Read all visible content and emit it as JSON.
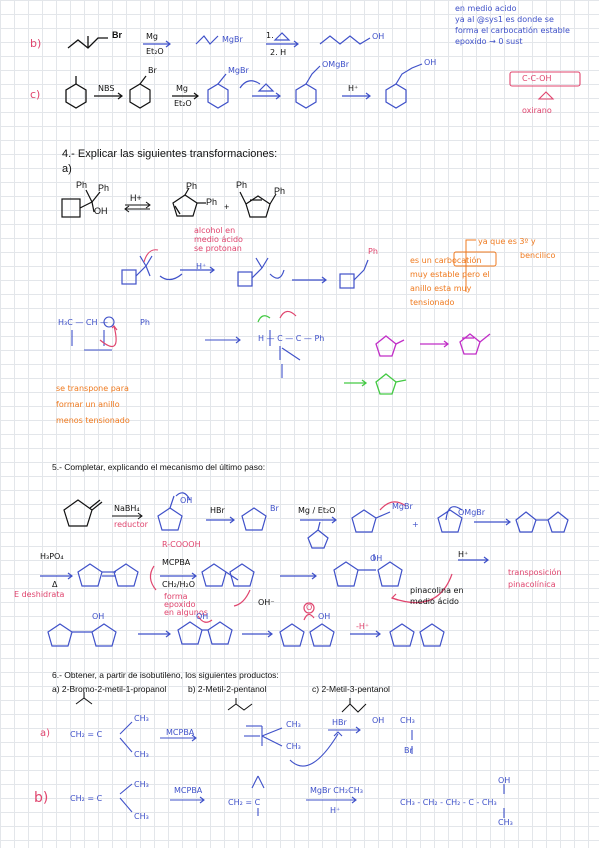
{
  "colors": {
    "blue": "#3f51c9",
    "pink": "#e0456e",
    "orange": "#ef7a1f",
    "magenta": "#c12ec7",
    "green": "#43c943"
  },
  "part_b": {
    "label": "b)",
    "br": "Br",
    "mg_top": "Mg",
    "mg_bot": "Et₂O",
    "mgbr": "MgBr",
    "ep_top": "1.",
    "ep_bot": "2. H",
    "oh": "OH"
  },
  "part_c": {
    "label": "c)",
    "nbs": "NBS",
    "br": "Br",
    "mg_top": "Mg",
    "mg_bot": "Et₂O",
    "mgbr": "MgBr",
    "omgbr": "OMgBr",
    "hplus": "H⁺",
    "oh": "OH"
  },
  "notes_top": {
    "line1": "en medio acido",
    "line2": "ya al @sys1 es donde se",
    "line3": "forma el carbocatión estable",
    "line4": "epoxido → 0 sust",
    "box": "C-C-OH",
    "oxirano": "oxirano"
  },
  "section4": {
    "title": "4.- Explicar las siguientes transformaciones:",
    "a": "a)",
    "ph1": "Ph",
    "ph2": "Ph",
    "oh": "OH",
    "hplus": "H+",
    "ph3": "Ph",
    "ph4": "Ph",
    "plus": "+",
    "ph5": "Ph",
    "ph6": "Ph",
    "note_alcohol": "alcohol en",
    "note_medio": "medio ácido",
    "note_prot": "se protonan",
    "h_plus": "H⁺",
    "ph_r": "Ph",
    "note_right_1": "es un carbocatión",
    "note_right_ya": "ya que es 3º y",
    "note_right_benc": "bencilico",
    "note_right_2": "muy estable pero el",
    "note_right_3": "anillo esta muy",
    "note_right_4": "tensionado",
    "mech_h3c": "H₃C — CH —",
    "mech_ph": "Ph",
    "note_bottom_1": "se transpone para",
    "note_bottom_2": "formar un anillo",
    "note_bottom_3": "menos tensionado",
    "mech2": "H — C — C — Ph"
  },
  "section5": {
    "title": "5.- Completar, explicando el mecanismo del último paso:",
    "nabh4": "NaBH₄",
    "reductor": "reductor",
    "hbr": "HBr",
    "mg_et2o": "Mg / Et₂O",
    "br": "Br",
    "mgbr": "MgBr",
    "plus": "+",
    "oh": "OH",
    "omgbr": "OMgBr",
    "h3po4": "H₃PO₄",
    "delta": "Δ",
    "deshidrata": "E deshidrata",
    "rcoooh": "R-COOOH",
    "mcpba": "MCPBA",
    "ch_h2o": "CH₂/H₂O",
    "forma_1": "forma",
    "forma_2": "epoxido",
    "forma_3": "en algunos",
    "oh_minus": "OH⁻",
    "h_plus": "H⁺",
    "transposicion_1": "transposición",
    "transposicion_2": "pinacolínica",
    "pinacolina_1": "pinacolina en",
    "pinacolina_2": "medio ácido",
    "oh_small": "OH",
    "h_minus": "-H⁺",
    "o_label": "O"
  },
  "section6": {
    "title": "6.- Obtener, a partir de isobutileno, los siguientes productos:",
    "a_label": "a) 2-Bromo-2-metil-1-propanol",
    "b_label": "b) 2-Metil-2-pentanol",
    "c_label": "c) 2-Metil-3-pentanol",
    "row_a": "a)",
    "ch2": "CH₂ = C",
    "ch3": "CH₃",
    "mcpba": "MCPBA",
    "hbr": "HBr",
    "oh": "OH",
    "br": "Br",
    "row_b": "b)",
    "ch2_b": "CH₂ = C",
    "mcpba_b": "MCPBA",
    "grignard": "MgBr CH₂CH₃",
    "h_plus": "H⁺",
    "prod_b": "CH₃ - CH₂ - CH₂ - C - CH₃"
  }
}
